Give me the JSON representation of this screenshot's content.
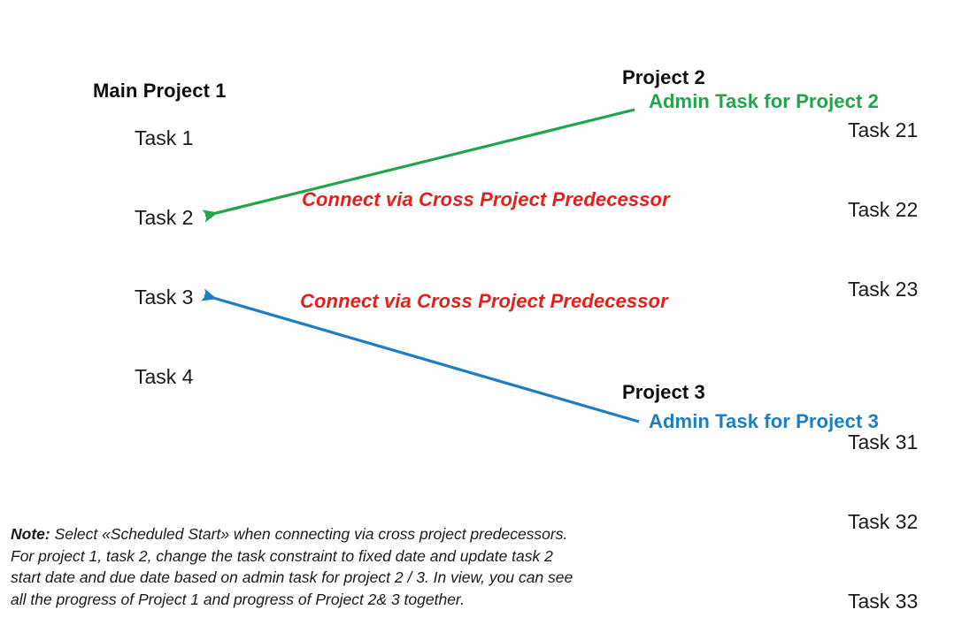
{
  "diagram": {
    "title_left": "Main Project 1",
    "groups": [
      {
        "name": "main-project-1",
        "heading": "Main Project 1",
        "heading_color": "#0d0d0d",
        "tasks": [
          "Task 1",
          "Task 2",
          "Task 3",
          "Task 4"
        ]
      },
      {
        "name": "project-2",
        "heading": "Project 2",
        "heading_color": "#0d0d0d",
        "admin_task": "Admin Task for Project 2",
        "admin_task_color": "#21A44B",
        "tasks": [
          "Task 21",
          "Task 22",
          "Task 23"
        ]
      },
      {
        "name": "project-3",
        "heading": "Project 3",
        "heading_color": "#0d0d0d",
        "admin_task": "Admin Task for Project 3",
        "admin_task_color": "#1C7FC4",
        "tasks": [
          "Task 31",
          "Task 32",
          "Task 33"
        ]
      }
    ],
    "annotations": [
      {
        "text": "Connect via Cross Project Predecessor",
        "color": "#E0211C"
      },
      {
        "text": "Connect via Cross Project Predecessor",
        "color": "#E0211C"
      }
    ],
    "connectors": [
      {
        "name": "connector-project2-to-task2",
        "color": "#21A44B",
        "from": "Admin Task for Project 2",
        "to": "Task 2"
      },
      {
        "name": "connector-project3-to-task3",
        "color": "#1C7FC4",
        "from": "Admin Task for Project 3",
        "to": "Task 3"
      }
    ],
    "note": {
      "label": "Note:",
      "line1": " Select «Scheduled Start» when connecting via cross project predecessors.",
      "line2": "For project 1, task 2, change the task constraint to fixed date and update task 2",
      "line3": "start date and due date based on admin task for project 2 / 3. In view, you can see",
      "line4": "all the progress of Project 1 and progress of Project 2& 3 together."
    }
  }
}
